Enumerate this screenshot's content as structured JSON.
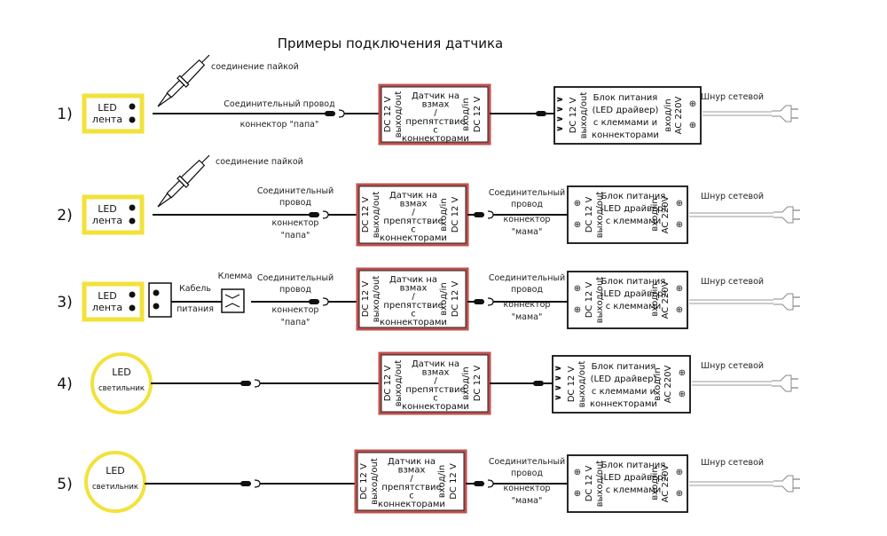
{
  "title": "Примеры подключения датчика",
  "colors": {
    "led_outline": "#f2e23a",
    "sensor_border": "#c0504d",
    "line": "#111111",
    "cord": "#999999"
  },
  "sensor": {
    "left_v1": "DC 12 V",
    "left_v2": "выход/out",
    "lines": [
      "Датчик на",
      "взмах",
      "/",
      "препятствие",
      "с",
      "коннекторами"
    ],
    "right_v1": "вход/in",
    "right_v2": "DC 12 V"
  },
  "psu": {
    "left_v1": "DC 12 V",
    "left_v2": "выход/out",
    "lines_connectors": [
      "Блок питания",
      "(LED драйвер)",
      "с клеммами и",
      "коннекторами"
    ],
    "lines_terminals": [
      "Блок питания",
      "(LED драйвер)",
      "с клеммами"
    ],
    "right_v1": "вход/in",
    "right_v2": "AC 220V",
    "terminal_glyph": "⊕",
    "connector_glyph": "∨"
  },
  "labels": {
    "solder": "соединение пайкой",
    "wire_full": "Соединительный провод",
    "wire_1": "Соединительный",
    "wire_2": "провод",
    "conn_male_full": "коннектор \"папа\"",
    "conn_1": "коннектор",
    "male": "\"папа\"",
    "female": "\"мама\"",
    "cord": "Шнур сетевой",
    "clamp": "Клемма",
    "cable_1": "Кабель",
    "cable_2": "питания"
  },
  "led_strip": {
    "line1": "LED",
    "line2": "лента"
  },
  "led_lamp": {
    "line1": "LED",
    "line2": "светильник"
  },
  "rows": [
    {
      "number": "1)",
      "source": "strip",
      "solder": true,
      "clamp": false,
      "psu_type": "connectors"
    },
    {
      "number": "2)",
      "source": "strip",
      "solder": true,
      "clamp": false,
      "psu_type": "terminals"
    },
    {
      "number": "3)",
      "source": "strip",
      "solder": false,
      "clamp": true,
      "psu_type": "terminals"
    },
    {
      "number": "4)",
      "source": "lamp",
      "solder": false,
      "clamp": false,
      "psu_type": "connectors"
    },
    {
      "number": "5)",
      "source": "lamp",
      "solder": false,
      "clamp": false,
      "psu_type": "terminals"
    }
  ]
}
